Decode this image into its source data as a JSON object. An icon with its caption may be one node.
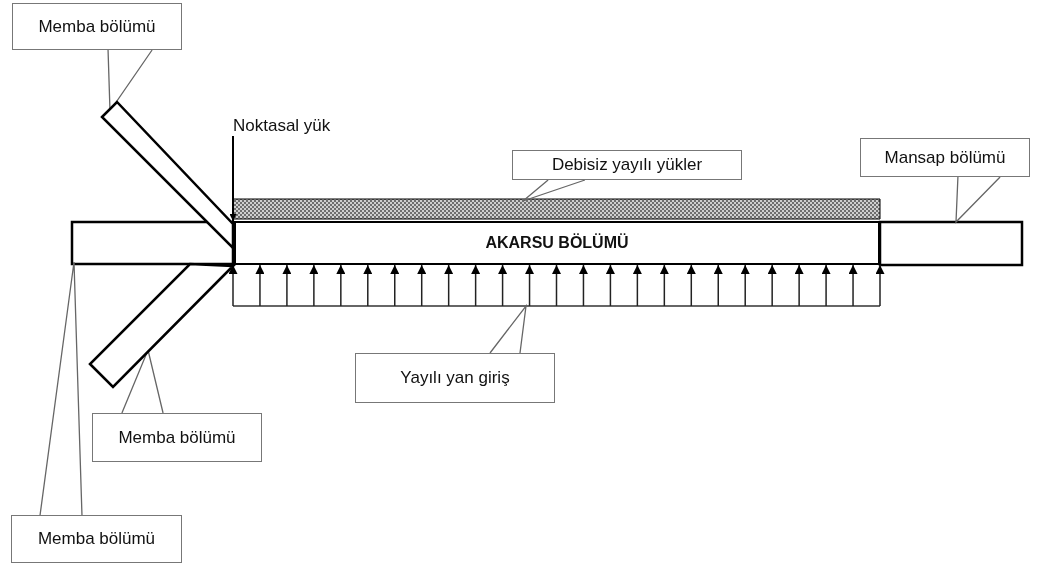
{
  "diagram": {
    "nodes": [
      {
        "text": [
          "Memba bölümü"
        ]
      },
      {
        "text": [],
        "shape": "bar"
      },
      {
        "text": [
          "Noktasal yük"
        ]
      },
      {
        "text": [
          "Debisiz yayılı yükler"
        ]
      },
      {
        "text": [],
        "shape": "bar"
      },
      {
        "text": [
          "Mansap bölümü"
        ]
      },
      {
        "text": [],
        "shape": "bar"
      },
      {
        "text": [
          "AKARSU BÖLÜMÜ"
        ]
      },
      {
        "text": [],
        "shape": "bar"
      },
      {
        "text": [],
        "shape": "arrows"
      },
      {
        "text": [],
        "shape": "bar"
      },
      {
        "text": [
          "Yayılı yan giriş"
        ]
      },
      {
        "text": [
          "Memba bölümü"
        ]
      },
      {
        "text": [
          "Memba bölümü"
        ]
      }
    ],
    "edges": [
      {
        "from": 0,
        "to": 1,
        "arrow": "none"
      },
      {
        "from": 2,
        "to": 7,
        "arrow": "to",
        "color": "#000000"
      },
      {
        "from": 3,
        "to": 4,
        "arrow": "none"
      },
      {
        "from": 5,
        "to": 8,
        "arrow": "none"
      },
      {
        "from": 11,
        "to": 9,
        "arrow": "none"
      },
      {
        "from": 12,
        "to": 10,
        "arrow": "none"
      },
      {
        "from": 13,
        "to": 6,
        "arrow": "none"
      }
    ]
  }
}
